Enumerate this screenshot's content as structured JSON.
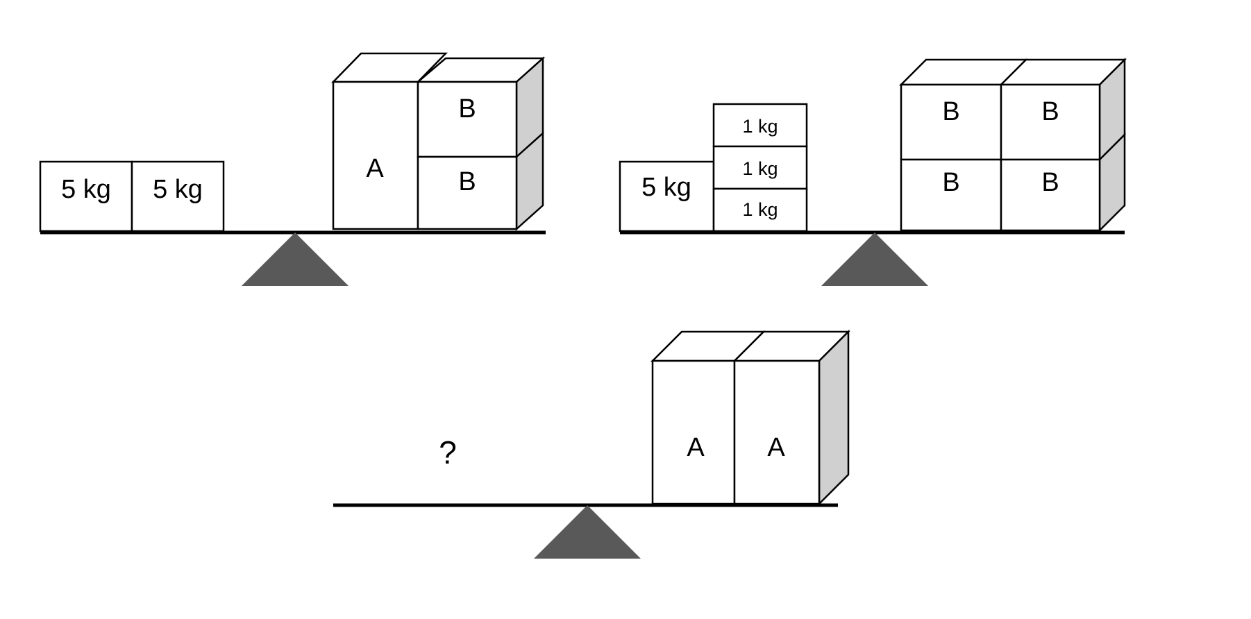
{
  "colors": {
    "fulcrum": "#595959",
    "block_side": "#d0d0d0",
    "block_face": "#ffffff",
    "line": "#000000"
  },
  "scale_1": {
    "left_blocks": [
      "5 kg",
      "5 kg"
    ],
    "right_blocks": {
      "tall": "A",
      "stack": [
        "B",
        "B"
      ]
    }
  },
  "scale_2": {
    "left_blocks": {
      "single": "5 kg",
      "stack": [
        "1 kg",
        "1 kg",
        "1 kg"
      ]
    },
    "right_blocks": {
      "top_row": [
        "B",
        "B"
      ],
      "bottom_row": [
        "B",
        "B"
      ]
    }
  },
  "scale_3": {
    "unknown": "?",
    "right_blocks": [
      "A",
      "A"
    ]
  }
}
